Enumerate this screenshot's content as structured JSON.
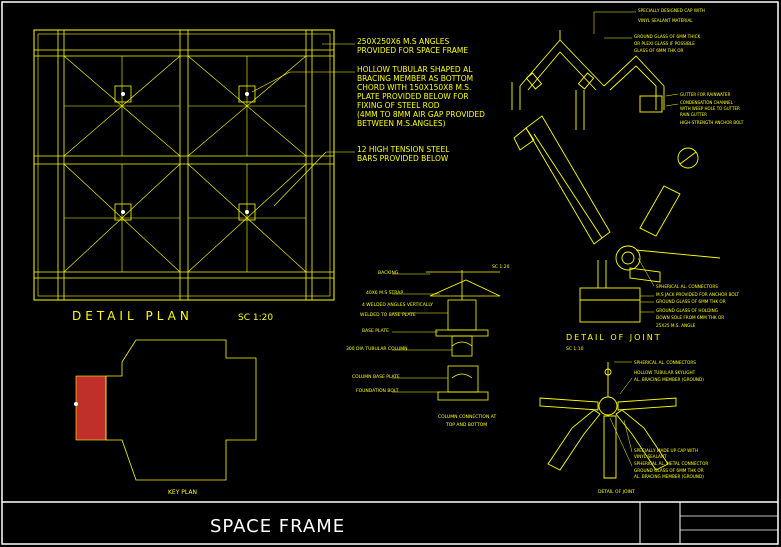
{
  "colors": {
    "background": "#000000",
    "linework": "#ffff00",
    "frame": "#ffffff",
    "hatch": "#c0302a"
  },
  "plan": {
    "title": "DETAIL PLAN",
    "scale": "SC 1:20",
    "notes": [
      "250X250X6 M.S ANGLES",
      "PROVIDED FOR SPACE FRAME",
      "HOLLOW TUBULAR SHAPED AL",
      "BRACING MEMBER AS BOTTOM",
      "CHORD WITH 150X150X8 M.S.",
      "PLATE PROVIDED BELOW FOR",
      "FIXING OF STEEL ROD",
      "(4MM TO 8MM AIR GAP PROVIDED",
      "BETWEEN M.S.ANGLES)",
      "12 HIGH TENSION STEEL",
      "BARS PROVIDED BELOW"
    ]
  },
  "key_plan": {
    "label": "KEY PLAN"
  },
  "joint_section": {
    "title": "DETAIL OF JOINT",
    "scale": "SC 1:10",
    "top_notes": [
      "SPECIALLY DESIGNED CAP WITH",
      "VINYL SEALANT MATERIAL",
      "GROUND GLASS OF 6MM THICK",
      "OR PLEXI GLASS IF POSSIBLE",
      "GLASS OF 6MM THK OR"
    ],
    "right_notes": [
      "GUTTER FOR RAINWATER",
      "CONDENSATION CHANNEL",
      "WITH WEEP HOLE TO GUTTER",
      "RAIN GUTTER",
      "HIGH-STRENGTH ANCHOR BOLT"
    ],
    "lower_notes": [
      "SPHERICAL AL. CONNECTORS",
      "M.S JACK PROVIDED FOR ANCHOR BOLT",
      "GROUND GLASS OF 6MM THK OR",
      "GROUND GLASS OF HOLDING",
      "DOWN SOLE FROM 6MM THK OR",
      "25X25 M.S. ANGLE"
    ]
  },
  "column_detail": {
    "caption_1": "COLUMN CONNECTION AT",
    "caption_2": "TOP AND BOTTOM",
    "notes": [
      "BACKING",
      "40X6 M.S STRAP",
      "4 WELDED ANGLES VERTICALLY",
      "WELDED TO BASE PLATE",
      "BASE PLATE",
      "300 DIA TUBULAR COLUMN",
      "COLUMN BASE PLATE",
      "FOUNDATION BOLT"
    ],
    "tag": "SC 1:20"
  },
  "node_detail": {
    "notes": [
      "SPHERICAL AL. CONNECTORS",
      "HOLLOW TUBULAR SKYLIGHT",
      "AL. BRACING MEMBER (GROUND)",
      "SPECIALLY MADE UP CAP WITH",
      "VINYL SEALANT",
      "SPHERICAL AL. METAL CONNECTOR",
      "GROUND GLASS OF 6MM THK OR",
      "AL. BRACING MEMBER (GROUND)"
    ],
    "caption": "DETAIL OF JOINT"
  },
  "title_block": {
    "title": "SPACE FRAME"
  }
}
